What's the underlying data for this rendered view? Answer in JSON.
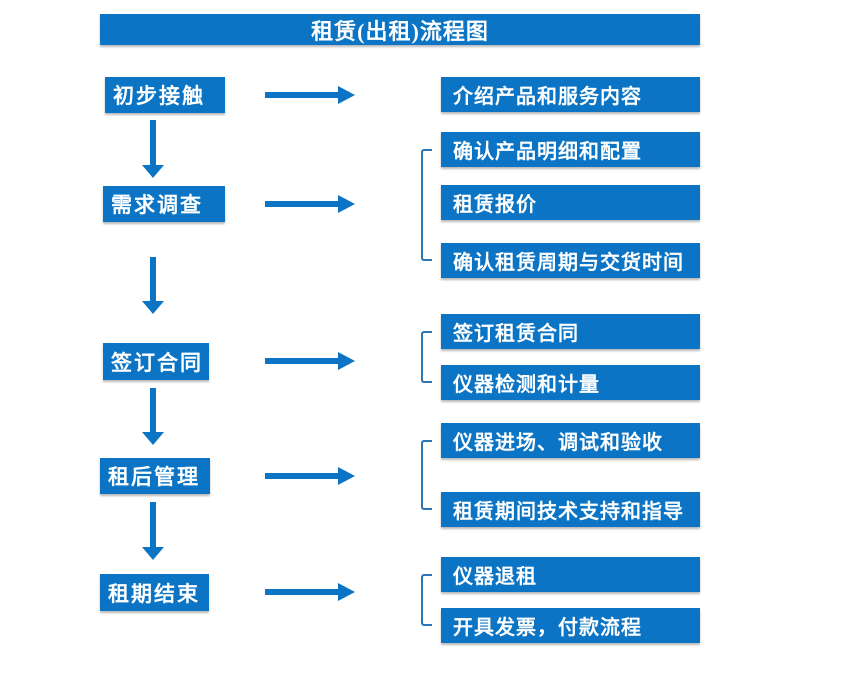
{
  "title": "租赁(出租)流程图",
  "colors": {
    "primary": "#0B74C4",
    "bracket": "#2E75B6",
    "box_text": "#FFFFFF",
    "background": "#FFFFFF"
  },
  "icons": {
    "flow_arrow_right": "solid-right-arrow",
    "flow_arrow_down": "solid-down-arrow",
    "group_bracket": "left-square-bracket"
  },
  "stages": [
    {
      "label": "初步接触",
      "details": [
        "介绍产品和服务内容"
      ]
    },
    {
      "label": "需求调查",
      "details": [
        "确认产品明细和配置",
        "租赁报价",
        "确认租赁周期与交货时间"
      ]
    },
    {
      "label": "签订合同",
      "details": [
        "签订租赁合同",
        "仪器检测和计量"
      ]
    },
    {
      "label": "租后管理",
      "details": [
        "仪器进场、调试和验收",
        "租赁期间技术支持和指导"
      ]
    },
    {
      "label": "租期结束",
      "details": [
        "仪器退租",
        "开具发票，付款流程"
      ]
    }
  ]
}
